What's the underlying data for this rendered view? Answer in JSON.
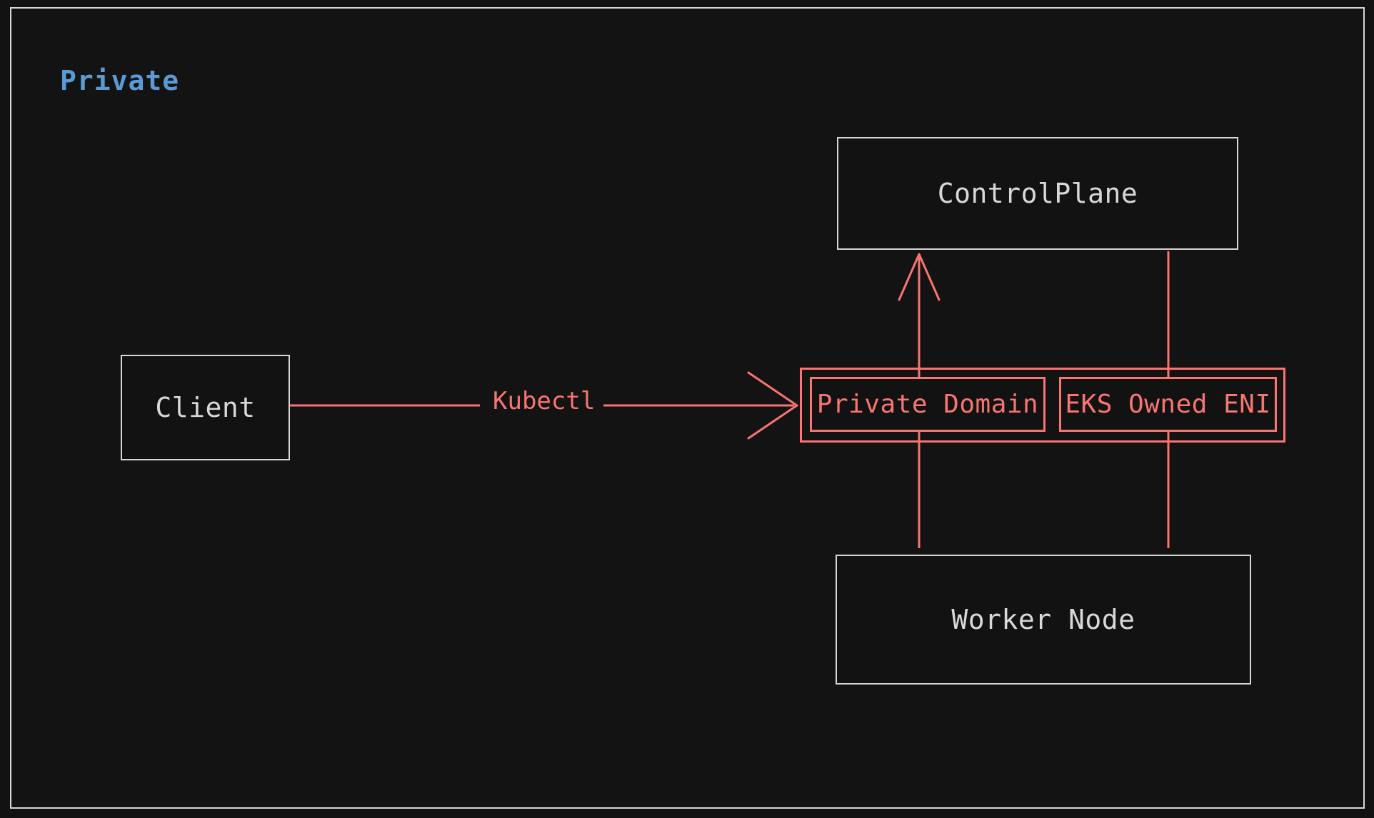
{
  "diagram": {
    "type": "architecture-flow",
    "background_color": "#121212",
    "frame_border_color": "#d6d6d6",
    "node_border_color": "#d6d6d6",
    "node_text_color": "#d8d8d8",
    "accent_color": "#f87571",
    "title_color": "#5b9bd5",
    "subgraph": {
      "title": "Private"
    },
    "nodes": [
      {
        "id": "controlplane",
        "label": "ControlPlane",
        "style": "white"
      },
      {
        "id": "client",
        "label": "Client",
        "style": "white"
      },
      {
        "id": "worker_node",
        "label": "Worker Node",
        "style": "white"
      },
      {
        "id": "private_domain",
        "label": "Private Domain",
        "style": "red"
      },
      {
        "id": "eks_owned_eni",
        "label": "EKS Owned ENI",
        "style": "red"
      }
    ],
    "edges": [
      {
        "from": "client",
        "to": "private_domain",
        "label": "Kubectl",
        "arrow": "open-arrow",
        "direction": "right"
      },
      {
        "from": "private_domain",
        "to": "controlplane",
        "label": "",
        "arrow": "open-arrow",
        "direction": "up"
      },
      {
        "from": "controlplane",
        "to": "eks_owned_eni",
        "label": "",
        "arrow": "none",
        "direction": "down"
      },
      {
        "from": "worker_node",
        "to": "private_domain",
        "label": "",
        "arrow": "none",
        "direction": "up"
      },
      {
        "from": "worker_node",
        "to": "eks_owned_eni",
        "label": "",
        "arrow": "none",
        "direction": "up"
      }
    ]
  }
}
